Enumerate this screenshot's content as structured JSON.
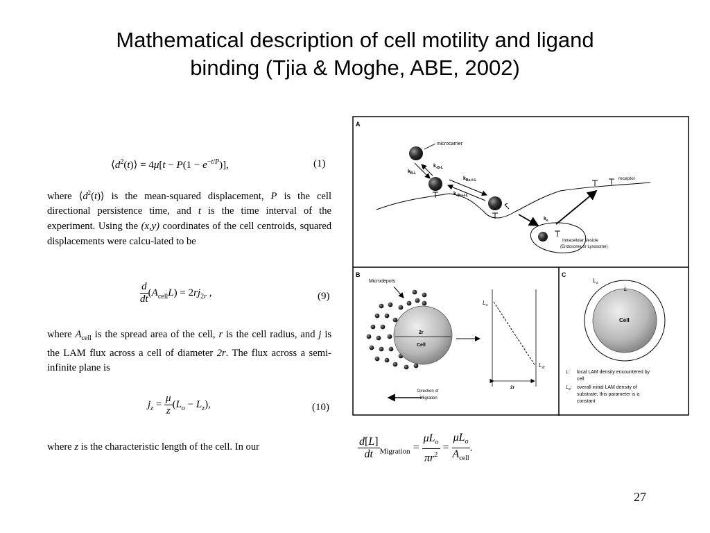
{
  "title_line1": "Mathematical description of cell motility and ligand",
  "title_line2": "binding (Tjia & Moghe, ABE, 2002)",
  "eq1_num": "(1)",
  "para1": [
    "where",
    "is the mean-squared displacement,",
    "P",
    "is the cell directional persistence time, and",
    "t",
    "is the time interval of the experiment. Using the",
    "(x,y)",
    "coordinates of the cell centroids, squared displacements were calcu-lated to be"
  ],
  "eq9_num": "(9)",
  "para2": [
    "where",
    "A",
    "cell",
    "is the spread area of the cell,",
    "r",
    "is the cell radius, and",
    "j",
    "is the LAM flux across a cell of diameter",
    "2r",
    ". The flux across a semi-infinite plane is"
  ],
  "eq10_num": "(10)",
  "para3": [
    "where",
    "z",
    "is the characteristic length of the cell. In our"
  ],
  "figure": {
    "panel_a": "A",
    "panel_b": "B",
    "panel_c": "C",
    "microcarrier": "microcarrier",
    "receptor": "receptor",
    "vesicle_line1": "Intracellular Vesicle",
    "vesicle_line2": "(Endosome or Lysosome)",
    "k_bl": "k",
    "k_bl_sub": "B-L",
    "k_mbl": "k",
    "k_mbl_sub": "-B-L",
    "k_brl": "k",
    "k_brl_sub": "Bs+l-L",
    "k_mbrl": "k",
    "k_mbrl_sub": "-Bs+l-L",
    "k_e": "k",
    "k_e_sub": "e",
    "microdepots": "Microdepots",
    "two_r": "2r",
    "cell": "Cell",
    "direction_line1": "Direction of",
    "direction_line2": "Migration",
    "lo": "L",
    "lo_sub": "o",
    "l2r": "L",
    "l2r_sub": "2r",
    "c_lo": "L",
    "c_lo_sub": "o",
    "c_l": "L",
    "c_cell": "Cell",
    "legend_l_key": "L:",
    "legend_l_line1": "local LAM density encountered by",
    "legend_l_line2": "cell",
    "legend_lo_key": "L",
    "legend_lo_key_sub": "o",
    "legend_lo_colon": ":",
    "legend_lo_line1": "overall initial LAM density of",
    "legend_lo_line2": "substrate; this parameter is a",
    "legend_lo_line3": "constant"
  },
  "page_number": "27"
}
